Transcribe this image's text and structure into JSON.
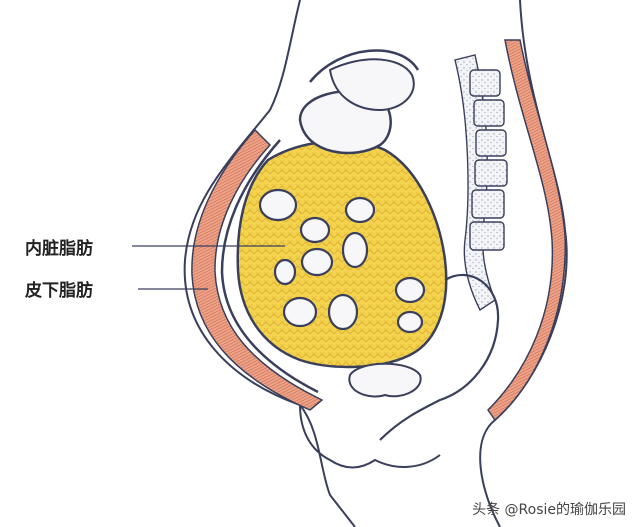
{
  "labels": {
    "visceral_fat": "内脏脂肪",
    "subcutaneous_fat": "皮下脂肪"
  },
  "watermark": "头条 @Rosie的瑜伽乐园",
  "colors": {
    "outline": "#3a3f5c",
    "visceral_fat": "#f2d24a",
    "subcutaneous_fat": "#e6957a",
    "organ_fill": "#f7f7f9",
    "spine_bone": "#eef0f4"
  }
}
